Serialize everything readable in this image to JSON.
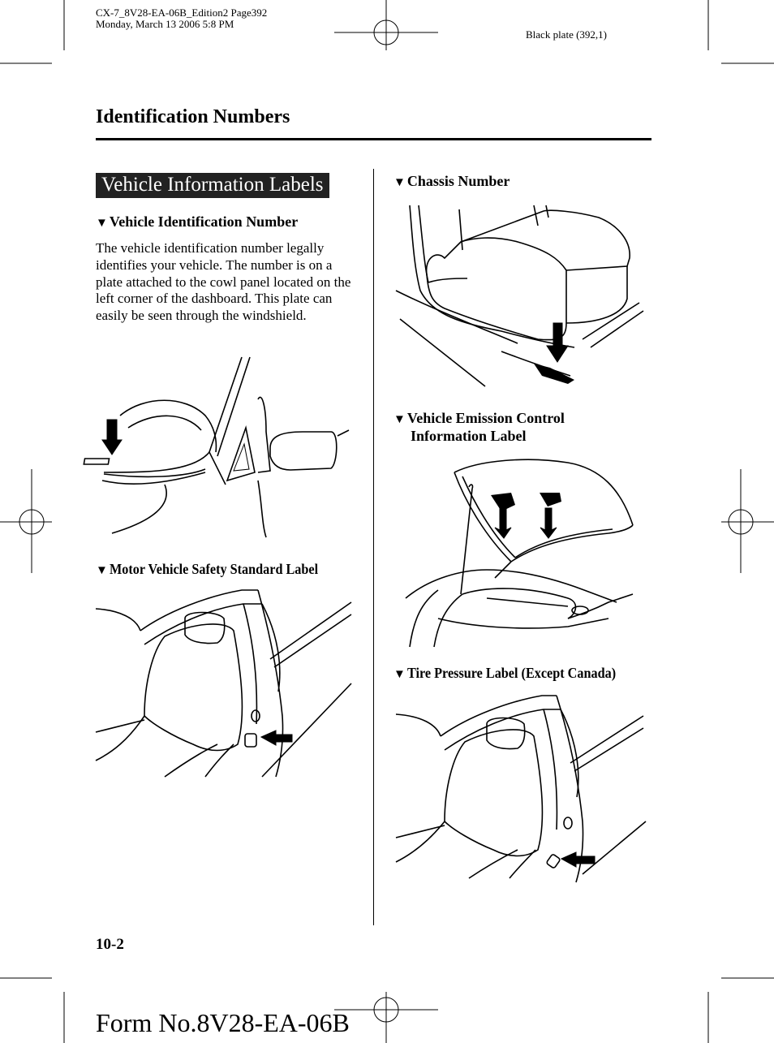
{
  "print_header": {
    "line1": "CX-7_8V28-EA-06B_Edition2 Page392",
    "line2": "Monday, March 13 2006 5:8 PM",
    "plate": "Black plate (392,1)"
  },
  "page_title": "Identification Numbers",
  "section_title": "Vehicle Information Labels",
  "left_column": {
    "vin_heading": "Vehicle Identification Number",
    "vin_body": "The vehicle identification number legally identifies your vehicle. The number is on a plate attached to the cowl panel located on the left corner of the dashboard. This plate can easily be seen through the windshield.",
    "mvss_heading": "Motor Vehicle Safety Standard Label"
  },
  "right_column": {
    "chassis_heading": "Chassis Number",
    "emission_heading_line1": "Vehicle Emission Control",
    "emission_heading_line2": "Information Label",
    "tire_heading": "Tire Pressure Label (Except Canada)"
  },
  "triangle_glyph": "▼",
  "page_number": "10-2",
  "form_number": "Form No.8V28-EA-06B",
  "icons": [
    "registration-mark-icon",
    "crop-mark-icon",
    "down-arrow-icon",
    "pointer-arrow-icon"
  ]
}
